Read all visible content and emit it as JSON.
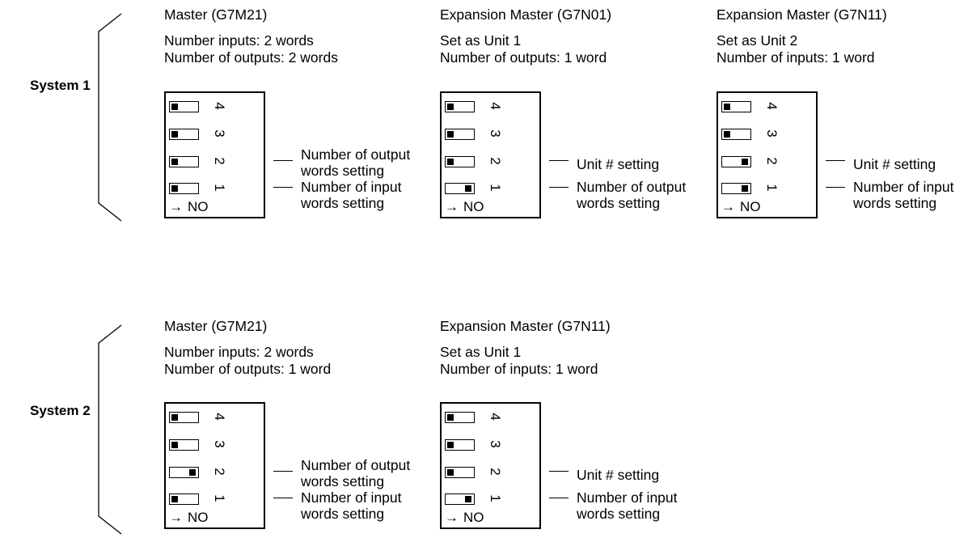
{
  "systems": [
    {
      "label": "System 1",
      "units": [
        {
          "title": "Master (G7M21)",
          "line1": "Number inputs: 2 words",
          "line2": "Number of outputs: 2 words",
          "switches": [
            {
              "num": "4",
              "state": "off"
            },
            {
              "num": "3",
              "state": "off"
            },
            {
              "num": "2",
              "state": "off"
            },
            {
              "num": "1",
              "state": "off"
            }
          ],
          "no_label": "NO",
          "callout_upper": [
            "Number of output",
            "words setting"
          ],
          "callout_lower": [
            "Number of input",
            "words setting"
          ]
        },
        {
          "title": "Expansion Master (G7N01)",
          "line1": "Set as Unit 1",
          "line2": "Number of outputs: 1 word",
          "switches": [
            {
              "num": "4",
              "state": "off"
            },
            {
              "num": "3",
              "state": "off"
            },
            {
              "num": "2",
              "state": "off"
            },
            {
              "num": "1",
              "state": "on"
            }
          ],
          "no_label": "NO",
          "callout_upper": [
            "Unit # setting"
          ],
          "callout_lower": [
            "Number of output",
            "words setting"
          ]
        },
        {
          "title": "Expansion Master (G7N11)",
          "line1": "Set as Unit 2",
          "line2": "Number of inputs: 1 word",
          "switches": [
            {
              "num": "4",
              "state": "off"
            },
            {
              "num": "3",
              "state": "off"
            },
            {
              "num": "2",
              "state": "on"
            },
            {
              "num": "1",
              "state": "on"
            }
          ],
          "no_label": "NO",
          "callout_upper": [
            "Unit # setting"
          ],
          "callout_lower": [
            "Number of input",
            "words setting"
          ]
        }
      ]
    },
    {
      "label": "System 2",
      "units": [
        {
          "title": "Master (G7M21)",
          "line1": "Number inputs: 2 words",
          "line2": "Number of outputs: 1 word",
          "switches": [
            {
              "num": "4",
              "state": "off"
            },
            {
              "num": "3",
              "state": "off"
            },
            {
              "num": "2",
              "state": "on"
            },
            {
              "num": "1",
              "state": "off"
            }
          ],
          "no_label": "NO",
          "callout_upper": [
            "Number of output",
            "words setting"
          ],
          "callout_lower": [
            "Number of input",
            "words setting"
          ]
        },
        {
          "title": "Expansion Master (G7N11)",
          "line1": "Set as Unit 1",
          "line2": "Number of inputs: 1 word",
          "switches": [
            {
              "num": "4",
              "state": "off"
            },
            {
              "num": "3",
              "state": "off"
            },
            {
              "num": "2",
              "state": "off"
            },
            {
              "num": "1",
              "state": "on"
            }
          ],
          "no_label": "NO",
          "callout_upper": [
            "Unit # setting"
          ],
          "callout_lower": [
            "Number of input",
            "words setting"
          ]
        }
      ]
    }
  ]
}
